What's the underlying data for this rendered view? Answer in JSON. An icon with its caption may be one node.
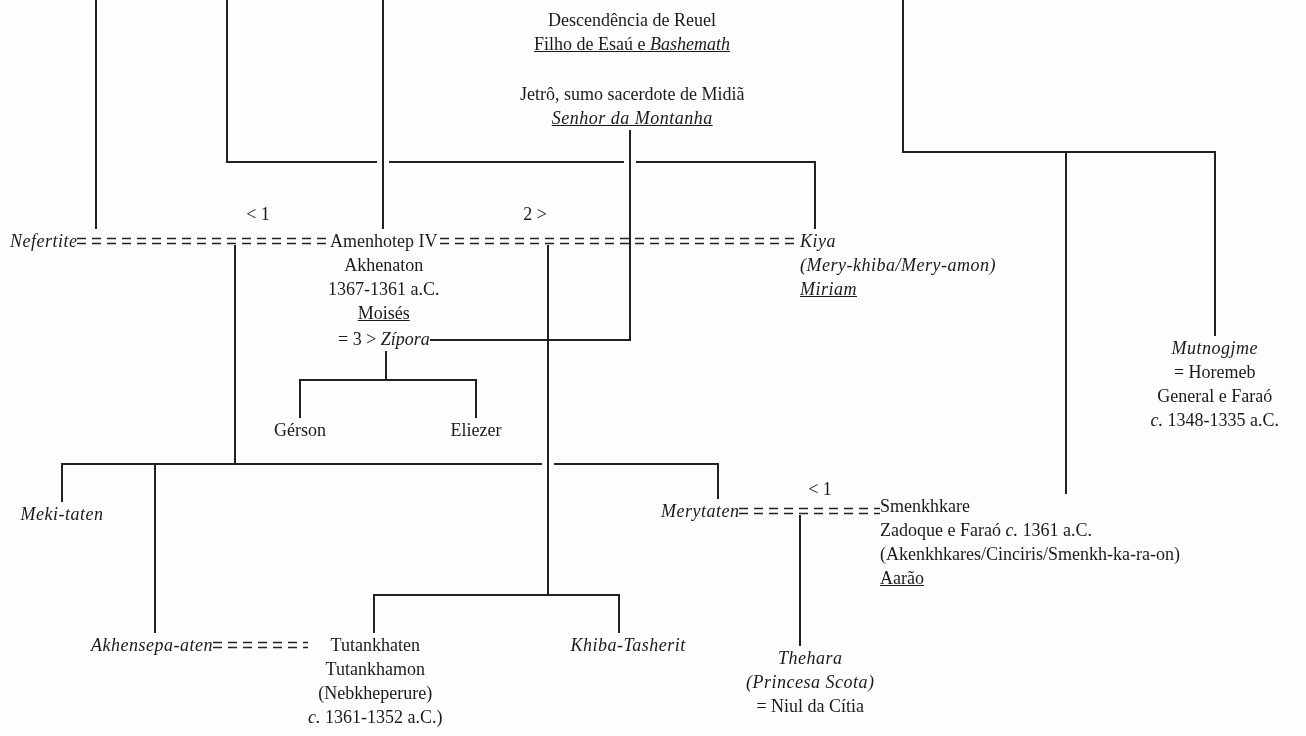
{
  "diagram": {
    "nodes": [
      {
        "text": [
          "Jetrô, sumo sacerdote de Midiã",
          "Senhor da Montanha"
        ]
      },
      {
        "text": [
          "Nefertite"
        ]
      },
      {
        "text": [
          "Amenhotep IV",
          "Akhenaton",
          "1367-1361 a.C.",
          "Moisés"
        ]
      },
      {
        "text": [
          "Kiya",
          "(Mery-khiba/Mery-amon)",
          "Miriam"
        ]
      },
      {
        "text": [
          "= 3 > *Zípora*"
        ]
      },
      {
        "text": [
          "Mutnogjme",
          "= Horemeb",
          "General e Faraó",
          "*c.* 1348-1335 a.C."
        ]
      },
      {
        "text": [
          "Gérson"
        ]
      },
      {
        "text": [
          "Eliezer"
        ]
      },
      {
        "text": [
          "Meki-taten"
        ]
      },
      {
        "text": [
          "Merytaten"
        ]
      },
      {
        "text": [
          "Smenkhkare",
          "Zadoque e Faraó *c.* 1361 a.C.",
          "(Akenkhkares/Cinciris/Smenkh-ka-ra-on)",
          "Aarão"
        ]
      },
      {
        "text": [
          "Akhensepa-aten"
        ]
      },
      {
        "text": [
          "Tutankhaten",
          "Tutankhamon",
          "(Nebkheperure)",
          "*c.* 1361-1352 a.C.)"
        ]
      },
      {
        "text": [
          "Khiba-Tasherit"
        ]
      },
      {
        "text": [
          "Thehara",
          "(Princesa Scota)",
          "= Niul da Cítia"
        ]
      }
    ],
    "edges": [
      {
        "from": null,
        "to": 1,
        "arrow": "none"
      },
      {
        "from": null,
        "to": 2,
        "arrow": "none"
      },
      {
        "from": null,
        "to": 3,
        "arrow": "none"
      },
      {
        "from": null,
        "to": 5,
        "arrow": "none"
      },
      {
        "from": null,
        "to": 10,
        "arrow": "none"
      },
      {
        "from": 1,
        "to": 2,
        "arrow": "none",
        "style": "dashed",
        "label": "< 1"
      },
      {
        "from": 2,
        "to": 3,
        "arrow": "none",
        "style": "dashed",
        "label": "2 >"
      },
      {
        "from": 0,
        "to": 4,
        "arrow": "none"
      },
      {
        "from": 4,
        "to": 6,
        "arrow": "none"
      },
      {
        "from": 4,
        "to": 7,
        "arrow": "none"
      },
      {
        "from": null,
        "to": 8,
        "arrow": "none"
      },
      {
        "from": null,
        "to": 11,
        "arrow": "none"
      },
      {
        "from": null,
        "to": 9,
        "arrow": "none"
      },
      {
        "from": null,
        "to": 12,
        "arrow": "none"
      },
      {
        "from": null,
        "to": 13,
        "arrow": "none"
      },
      {
        "from": 9,
        "to": 10,
        "arrow": "none",
        "style": "dashed",
        "label": "< 1"
      },
      {
        "from": null,
        "to": 14,
        "arrow": "none"
      },
      {
        "from": 11,
        "to": 12,
        "arrow": "none",
        "style": "dashed"
      }
    ],
    "labels": [
      "Descendência de Reuel",
      "Filho de Esaú e *Bashemath*"
    ]
  }
}
